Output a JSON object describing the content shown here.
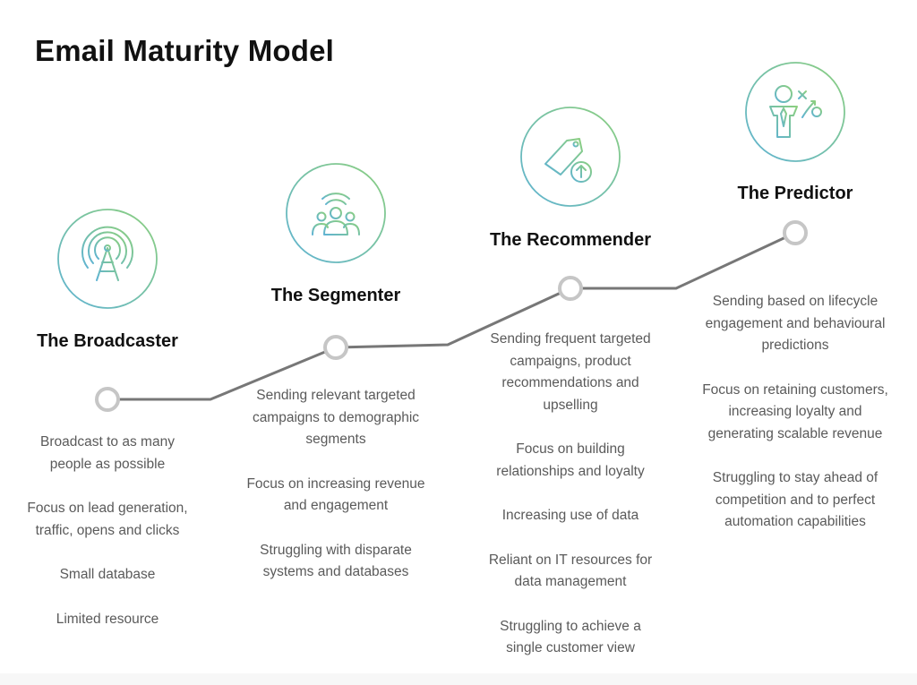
{
  "title": "Email Maturity Model",
  "colors": {
    "line": "#777777",
    "node_stroke": "#c6c6c6",
    "icon_gradient_start": "#5fb3d3",
    "icon_gradient_end": "#8ccf7e"
  },
  "stages": [
    {
      "name": "The Broadcaster",
      "icon": "broadcast-tower-icon",
      "bullets": [
        "Broadcast to as many people as possible",
        "Focus on lead generation, traffic, opens and clicks",
        "Small database",
        "Limited resource"
      ]
    },
    {
      "name": "The Segmenter",
      "icon": "audience-group-icon",
      "bullets": [
        "Sending relevant targeted campaigns to demographic segments",
        "Focus on increasing revenue and engagement",
        "Struggling with disparate systems and databases"
      ]
    },
    {
      "name": "The Recommender",
      "icon": "price-tag-upsell-icon",
      "bullets": [
        "Sending frequent targeted campaigns, product recommendations and upselling",
        "Focus on building relationships and loyalty",
        "Increasing use of data",
        "Reliant on IT resources for data management",
        "Struggling to achieve a single customer view"
      ]
    },
    {
      "name": "The Predictor",
      "icon": "strategist-icon",
      "bullets": [
        "Sending based on lifecycle engagement and behavioural predictions",
        "Focus on retaining customers, increasing loyalty and generating scalable revenue",
        "Struggling to stay ahead of competition and to perfect automation capabilities"
      ]
    }
  ]
}
